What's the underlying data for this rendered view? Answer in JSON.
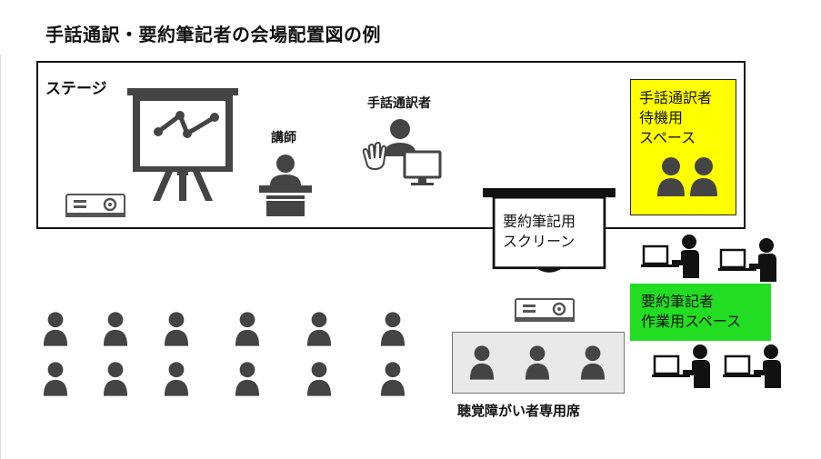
{
  "title": "手話通訳・要約筆記者の会場配置図の例",
  "stage": {
    "label": "ステージ"
  },
  "lectern_label": "講師",
  "interpreter_label": "手話通訳者",
  "waiting_area": {
    "text": "手話通訳者\n待機用\nスペース",
    "color": "#ffff00"
  },
  "screen": {
    "text": "要約筆記用\nスクリーン"
  },
  "workspace": {
    "text": "要約筆記者\n作業用スペース",
    "color": "#22dd22"
  },
  "reserved_seats_label": "聴覚障がい者専用席"
}
